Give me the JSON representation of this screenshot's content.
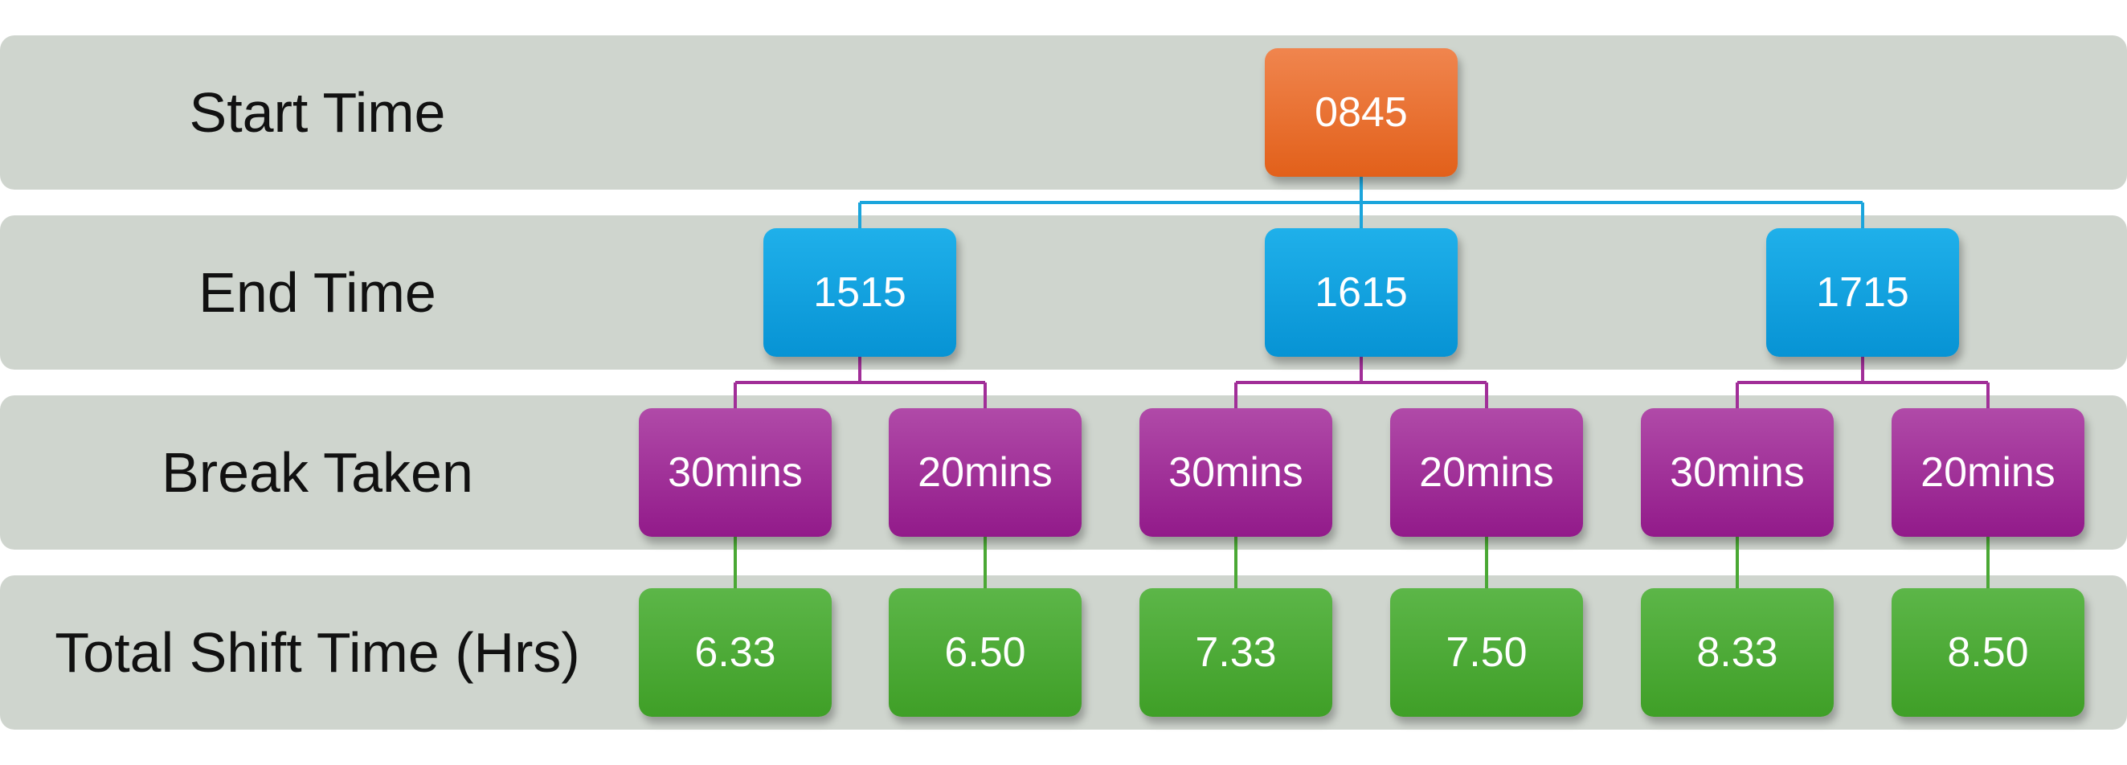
{
  "colors": {
    "band": "#cfd5ce",
    "start": "#e9692c",
    "end": "#109fdd",
    "break": "#a12e98",
    "total": "#4aa834",
    "connector_start": "#1ba5dc",
    "connector_end": "#a12e98",
    "connector_break": "#4aa834"
  },
  "rows": {
    "start_label": "Start Time",
    "end_label": "End Time",
    "break_label": "Break Taken",
    "total_label": "Total Shift Time (Hrs)"
  },
  "start": {
    "value": "0845"
  },
  "end_times": [
    "1515",
    "1615",
    "1715"
  ],
  "breaks": [
    "30mins",
    "20mins",
    "30mins",
    "20mins",
    "30mins",
    "20mins"
  ],
  "totals": [
    "6.33",
    "6.50",
    "7.33",
    "7.50",
    "8.33",
    "8.50"
  ]
}
